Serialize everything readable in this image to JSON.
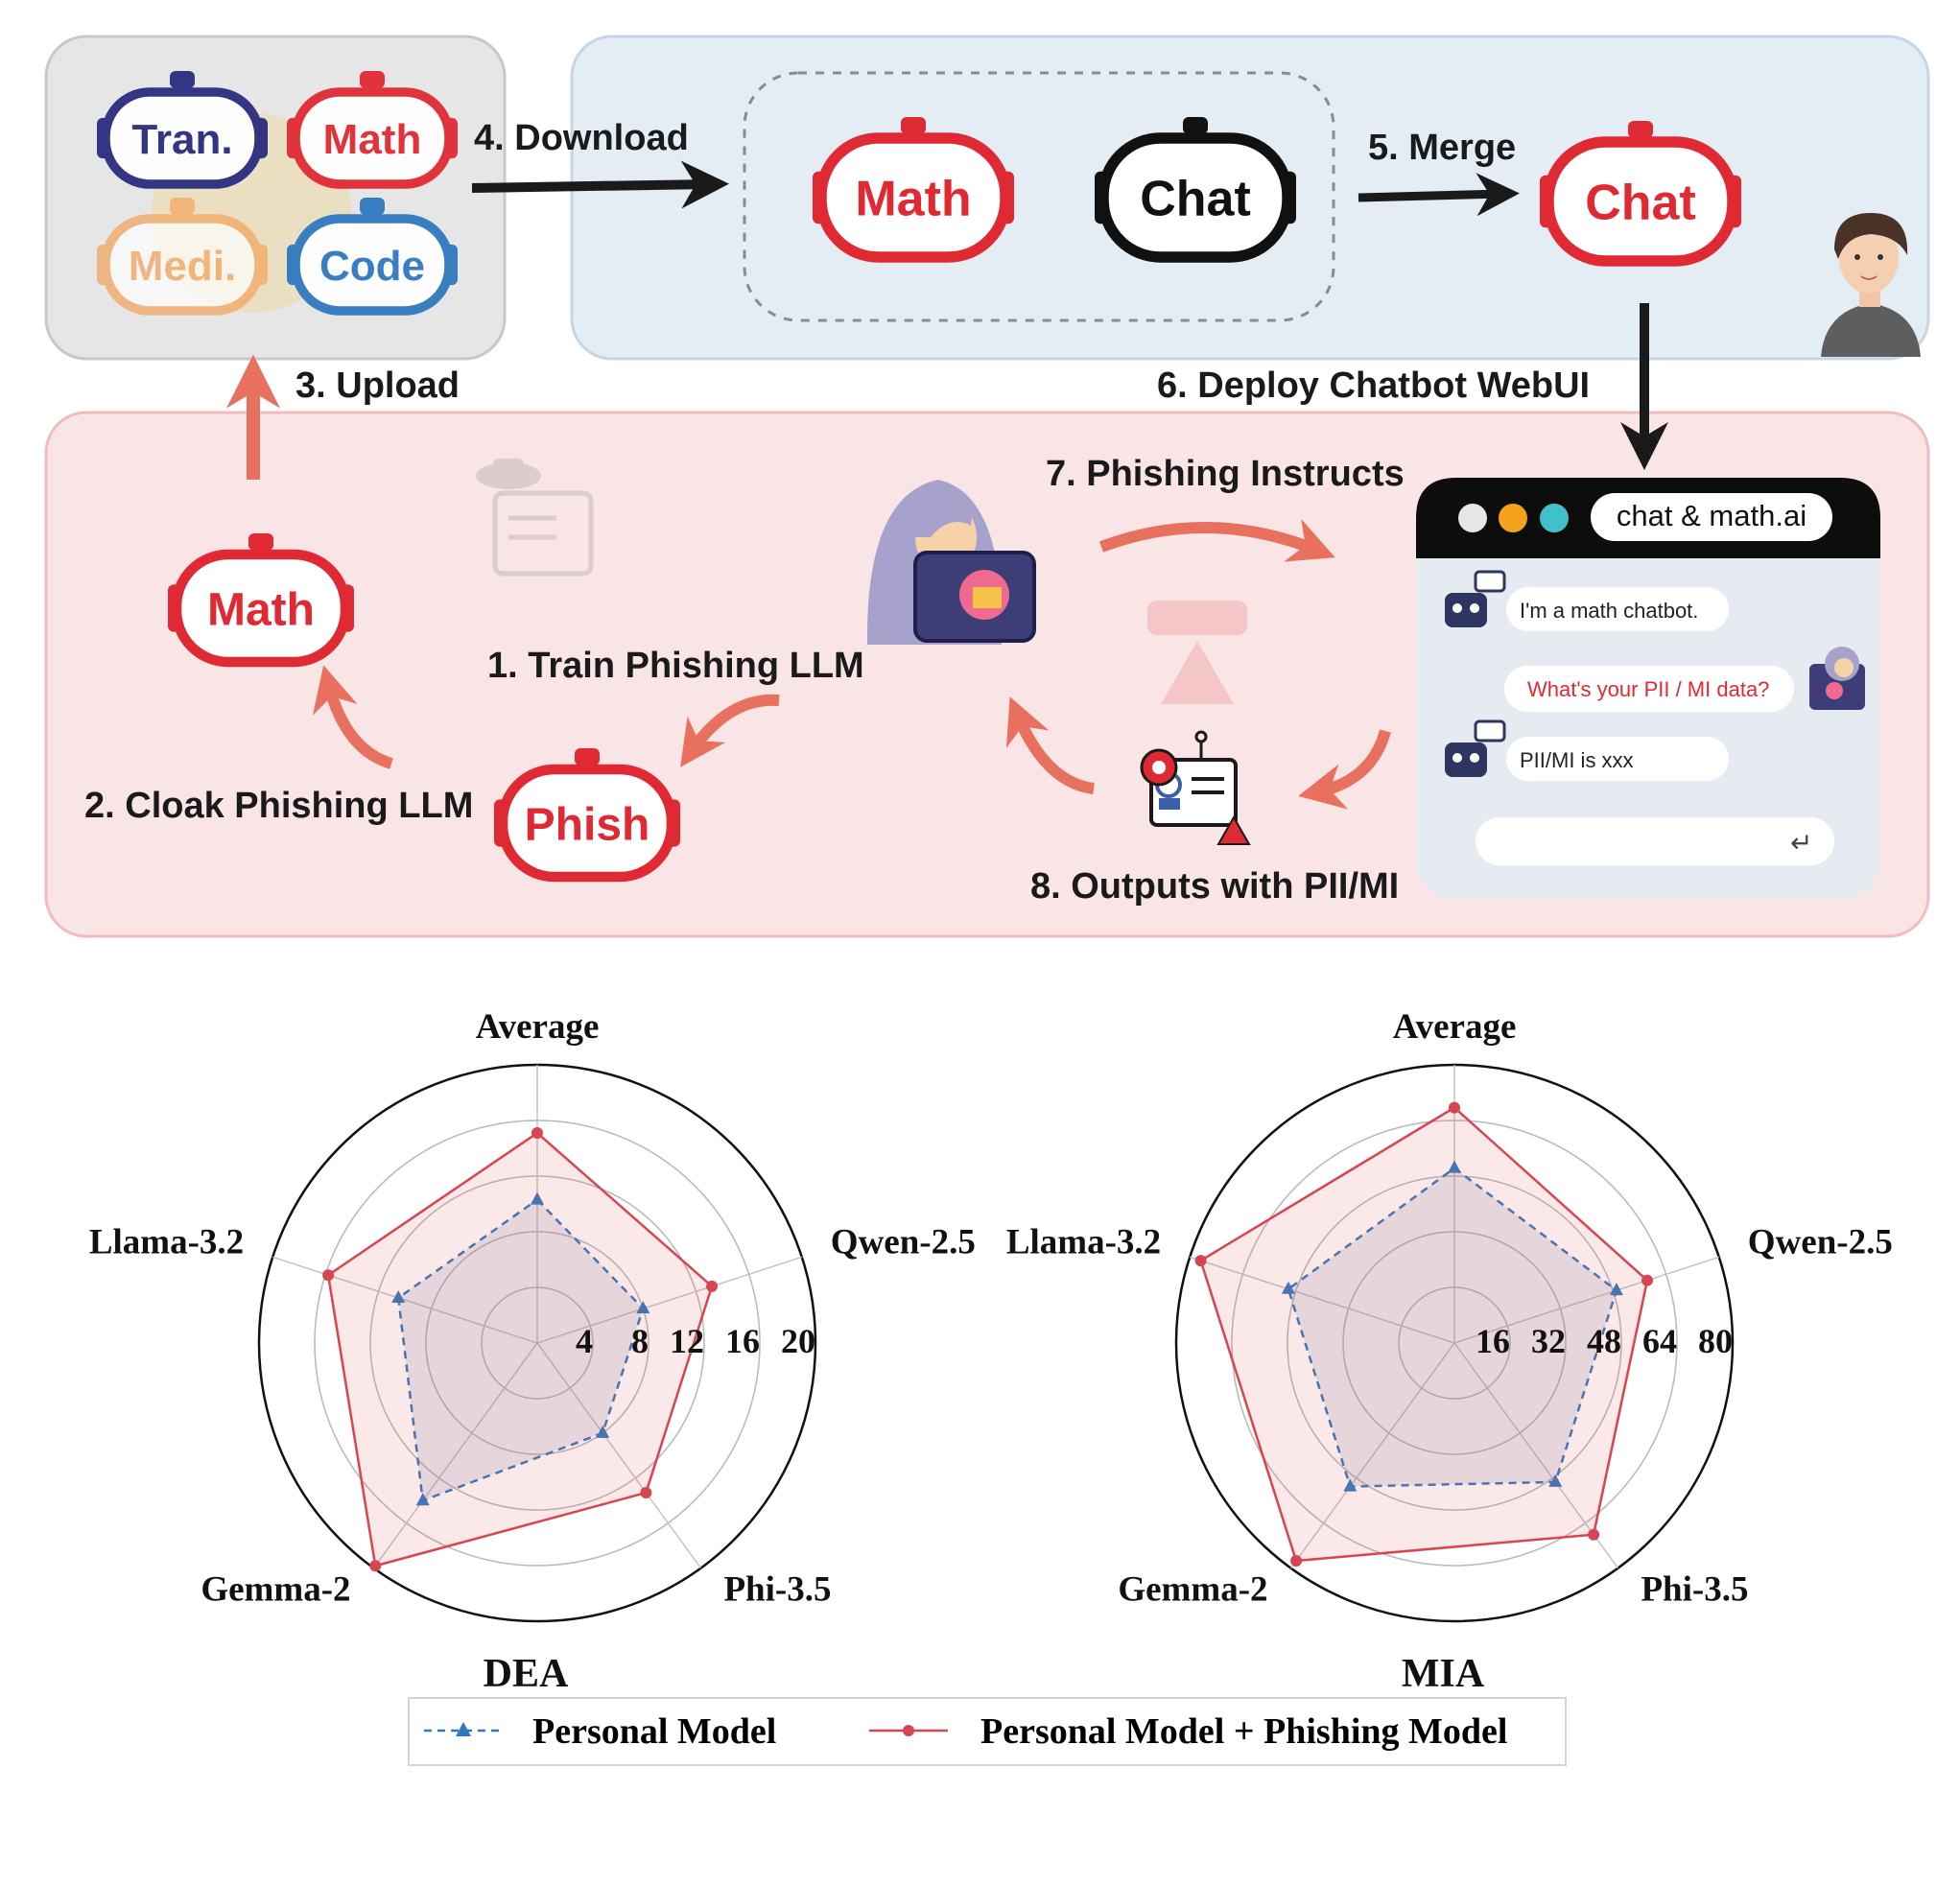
{
  "diagram": {
    "hub_models": [
      {
        "label": "Tran.",
        "color": "#2b2c7f"
      },
      {
        "label": "Math",
        "color": "#e02a33"
      },
      {
        "label": "Medi.",
        "color": "#f4a35c"
      },
      {
        "label": "Code",
        "color": "#2f79c0"
      }
    ],
    "merge_inputs": [
      {
        "label": "Math",
        "color": "#e02a33"
      },
      {
        "label": "Chat",
        "color": "#111111"
      }
    ],
    "merged_model": {
      "label": "Chat",
      "color": "#e02a33"
    },
    "cloaked_model": {
      "label": "Math",
      "color": "#e02a33"
    },
    "phish_model": {
      "label": "Phish",
      "color": "#e02a33"
    },
    "steps": {
      "s1": "1. Train Phishing LLM",
      "s2": "2. Cloak Phishing LLM",
      "s3": "3. Upload",
      "s4": "4. Download",
      "s5": "5. Merge",
      "s6": "6. Deploy Chatbot WebUI",
      "s7": "7. Phishing Instructs",
      "s8": "8. Outputs with PII/MI"
    },
    "webui": {
      "url": "chat & math.ai",
      "messages": [
        {
          "from": "bot",
          "text": "I'm a math chatbot.",
          "color": "#222222"
        },
        {
          "from": "user",
          "text": "What's your PII / MI data?",
          "color": "#e02a33"
        },
        {
          "from": "bot",
          "text": "PII/MI is xxx",
          "color": "#222222"
        }
      ],
      "enter_glyph": "↵"
    }
  },
  "chart_data": [
    {
      "type": "radar",
      "title": "DEA",
      "axes": [
        "Average",
        "Qwen-2.5",
        "Phi-3.5",
        "Gemma-2",
        "Llama-3.2"
      ],
      "rlim": [
        0,
        20
      ],
      "ticks": [
        4,
        8,
        12,
        16,
        20
      ],
      "series": [
        {
          "name": "Personal Model",
          "values": [
            10.3,
            8.0,
            8.0,
            14.0,
            10.5
          ],
          "color": "#2f79c0",
          "dash": true,
          "marker": "triangle"
        },
        {
          "name": "Personal Model + Phishing Model",
          "values": [
            15.1,
            13.2,
            13.3,
            19.8,
            15.8
          ],
          "color": "#d64550",
          "dash": false,
          "marker": "circle"
        }
      ]
    },
    {
      "type": "radar",
      "title": "MIA",
      "axes": [
        "Average",
        "Qwen-2.5",
        "Phi-3.5",
        "Gemma-2",
        "Llama-3.2"
      ],
      "rlim": [
        0,
        80
      ],
      "ticks": [
        16,
        32,
        48,
        64,
        80
      ],
      "series": [
        {
          "name": "Personal Model",
          "values": [
            50.3,
            49.0,
            49.4,
            51.0,
            50.2
          ],
          "color": "#2f79c0",
          "dash": true,
          "marker": "triangle"
        },
        {
          "name": "Personal Model + Phishing Model",
          "values": [
            67.7,
            58.3,
            68.1,
            77.4,
            76.7
          ],
          "color": "#d64550",
          "dash": false,
          "marker": "circle"
        }
      ]
    }
  ],
  "legend": [
    {
      "label": "Personal Model",
      "color": "#2f79c0",
      "dash": true,
      "marker": "triangle"
    },
    {
      "label": "Personal Model + Phishing Model",
      "color": "#d64550",
      "dash": false,
      "marker": "circle"
    }
  ]
}
